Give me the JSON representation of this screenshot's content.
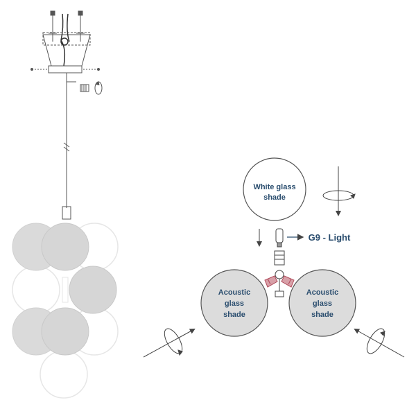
{
  "labels": {
    "white_shade": [
      "White glass",
      "shade"
    ],
    "g9_light": "G9 - Light",
    "acoustic_left": [
      "Acoustic",
      "glass",
      "shade"
    ],
    "acoustic_right": [
      "Acoustic",
      "glass",
      "shade"
    ]
  },
  "colors": {
    "line": "#555555",
    "text_blue": "#2a4d6e",
    "shade_gray": "#d9d9d9",
    "shade_gray_dark": "#c8c8c8",
    "white_shade_stroke": "#e2e2e2",
    "socket_red": "#b04a5a"
  },
  "icons": {
    "rotate": "rotate-arrow-icon",
    "down_arrow": "arrow-down-icon",
    "right_arrow": "arrow-right-icon"
  }
}
